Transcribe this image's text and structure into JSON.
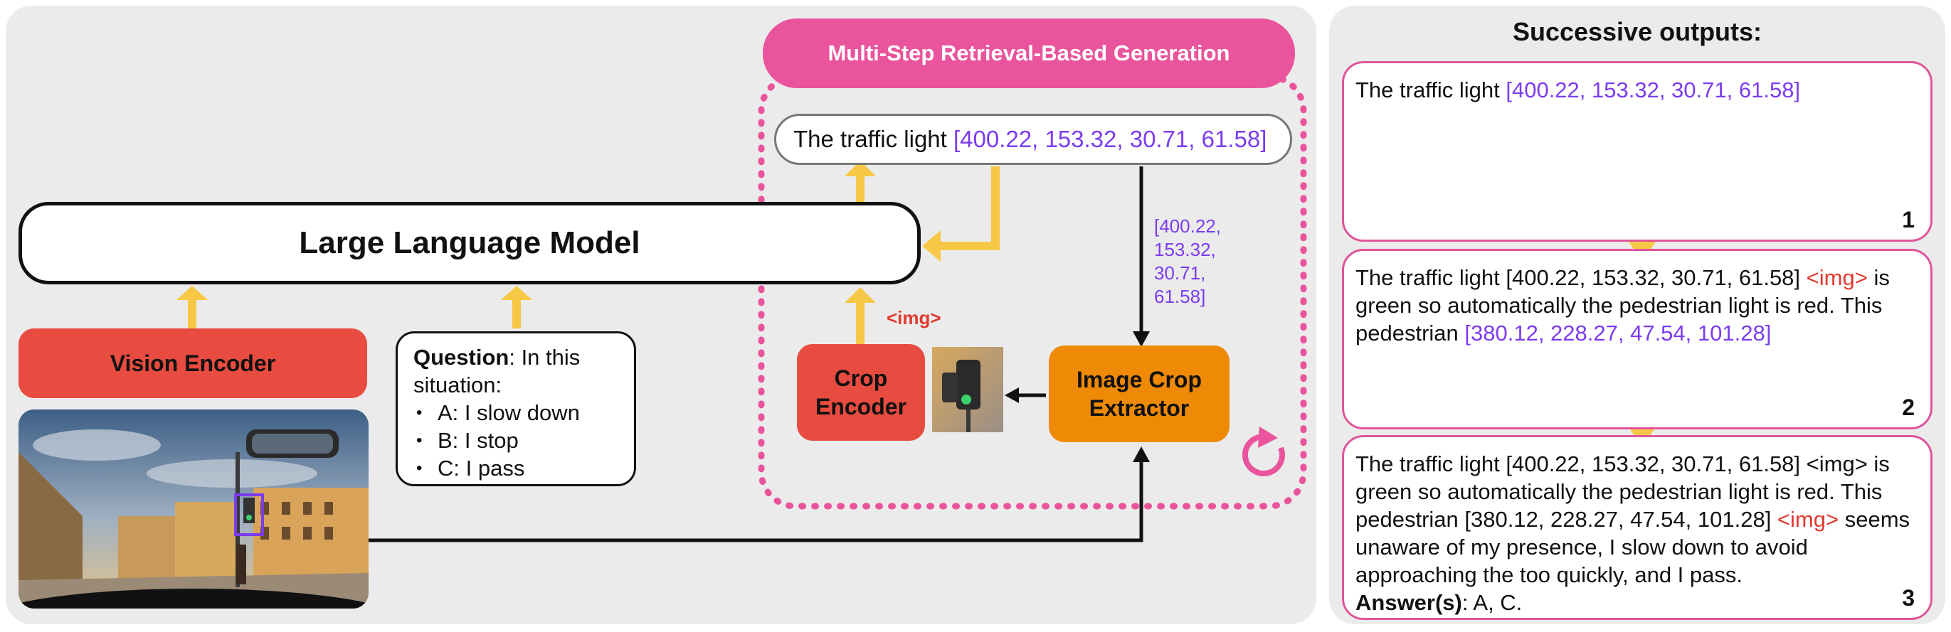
{
  "llm": {
    "label": "Large Language Model"
  },
  "vision_encoder": {
    "label": "Vision Encoder"
  },
  "question": {
    "bold": "Question",
    "rest": ": In this situation:",
    "options": [
      "A: I slow down",
      "B: I stop",
      "C: I pass"
    ]
  },
  "retrieval": {
    "title": "Multi-Step Retrieval-Based Generation",
    "pill_text": "The traffic light ",
    "pill_coords": "[400.22, 153.32, 30.71, 61.58]",
    "coords_lines": [
      "[400.22,",
      "153.32,",
      "30.71,",
      "61.58]"
    ],
    "img_tag": "<img>",
    "crop_encoder": [
      "Crop",
      "Encoder"
    ],
    "image_crop_extractor": [
      "Image Crop",
      "Extractor"
    ]
  },
  "outputs": {
    "title": "Successive outputs:",
    "box1": {
      "text": "The traffic light ",
      "coords": "[400.22, 153.32, 30.71, 61.58]",
      "num": "1"
    },
    "box2": {
      "t1": "The traffic light [400.22, 153.32, 30.71, 61.58] ",
      "img": "<img>",
      "t2": " is green so automatically the pedestrian light is red. This pedestrian ",
      "coords": "[380.12, 228.27, 47.54, 101.28]",
      "num": "2"
    },
    "box3": {
      "t1": "The traffic light [400.22, 153.32, 30.71, 61.58] <img> is green so automatically the pedestrian light is red. This pedestrian [380.12, 228.27, 47.54, 101.28] ",
      "img": "<img>",
      "t2": " seems unaware of my presence, I slow down to avoid approaching the too quickly, and I pass.",
      "answer_label": "Answer(s)",
      "answer": ": A, C.",
      "num": "3"
    }
  },
  "colors": {
    "yellow_arrow": "#f7c845",
    "pink": "#e9549c",
    "purple_text": "#7b3cf0",
    "red_box": "#e84b3f",
    "orange_box": "#ef8a06"
  }
}
